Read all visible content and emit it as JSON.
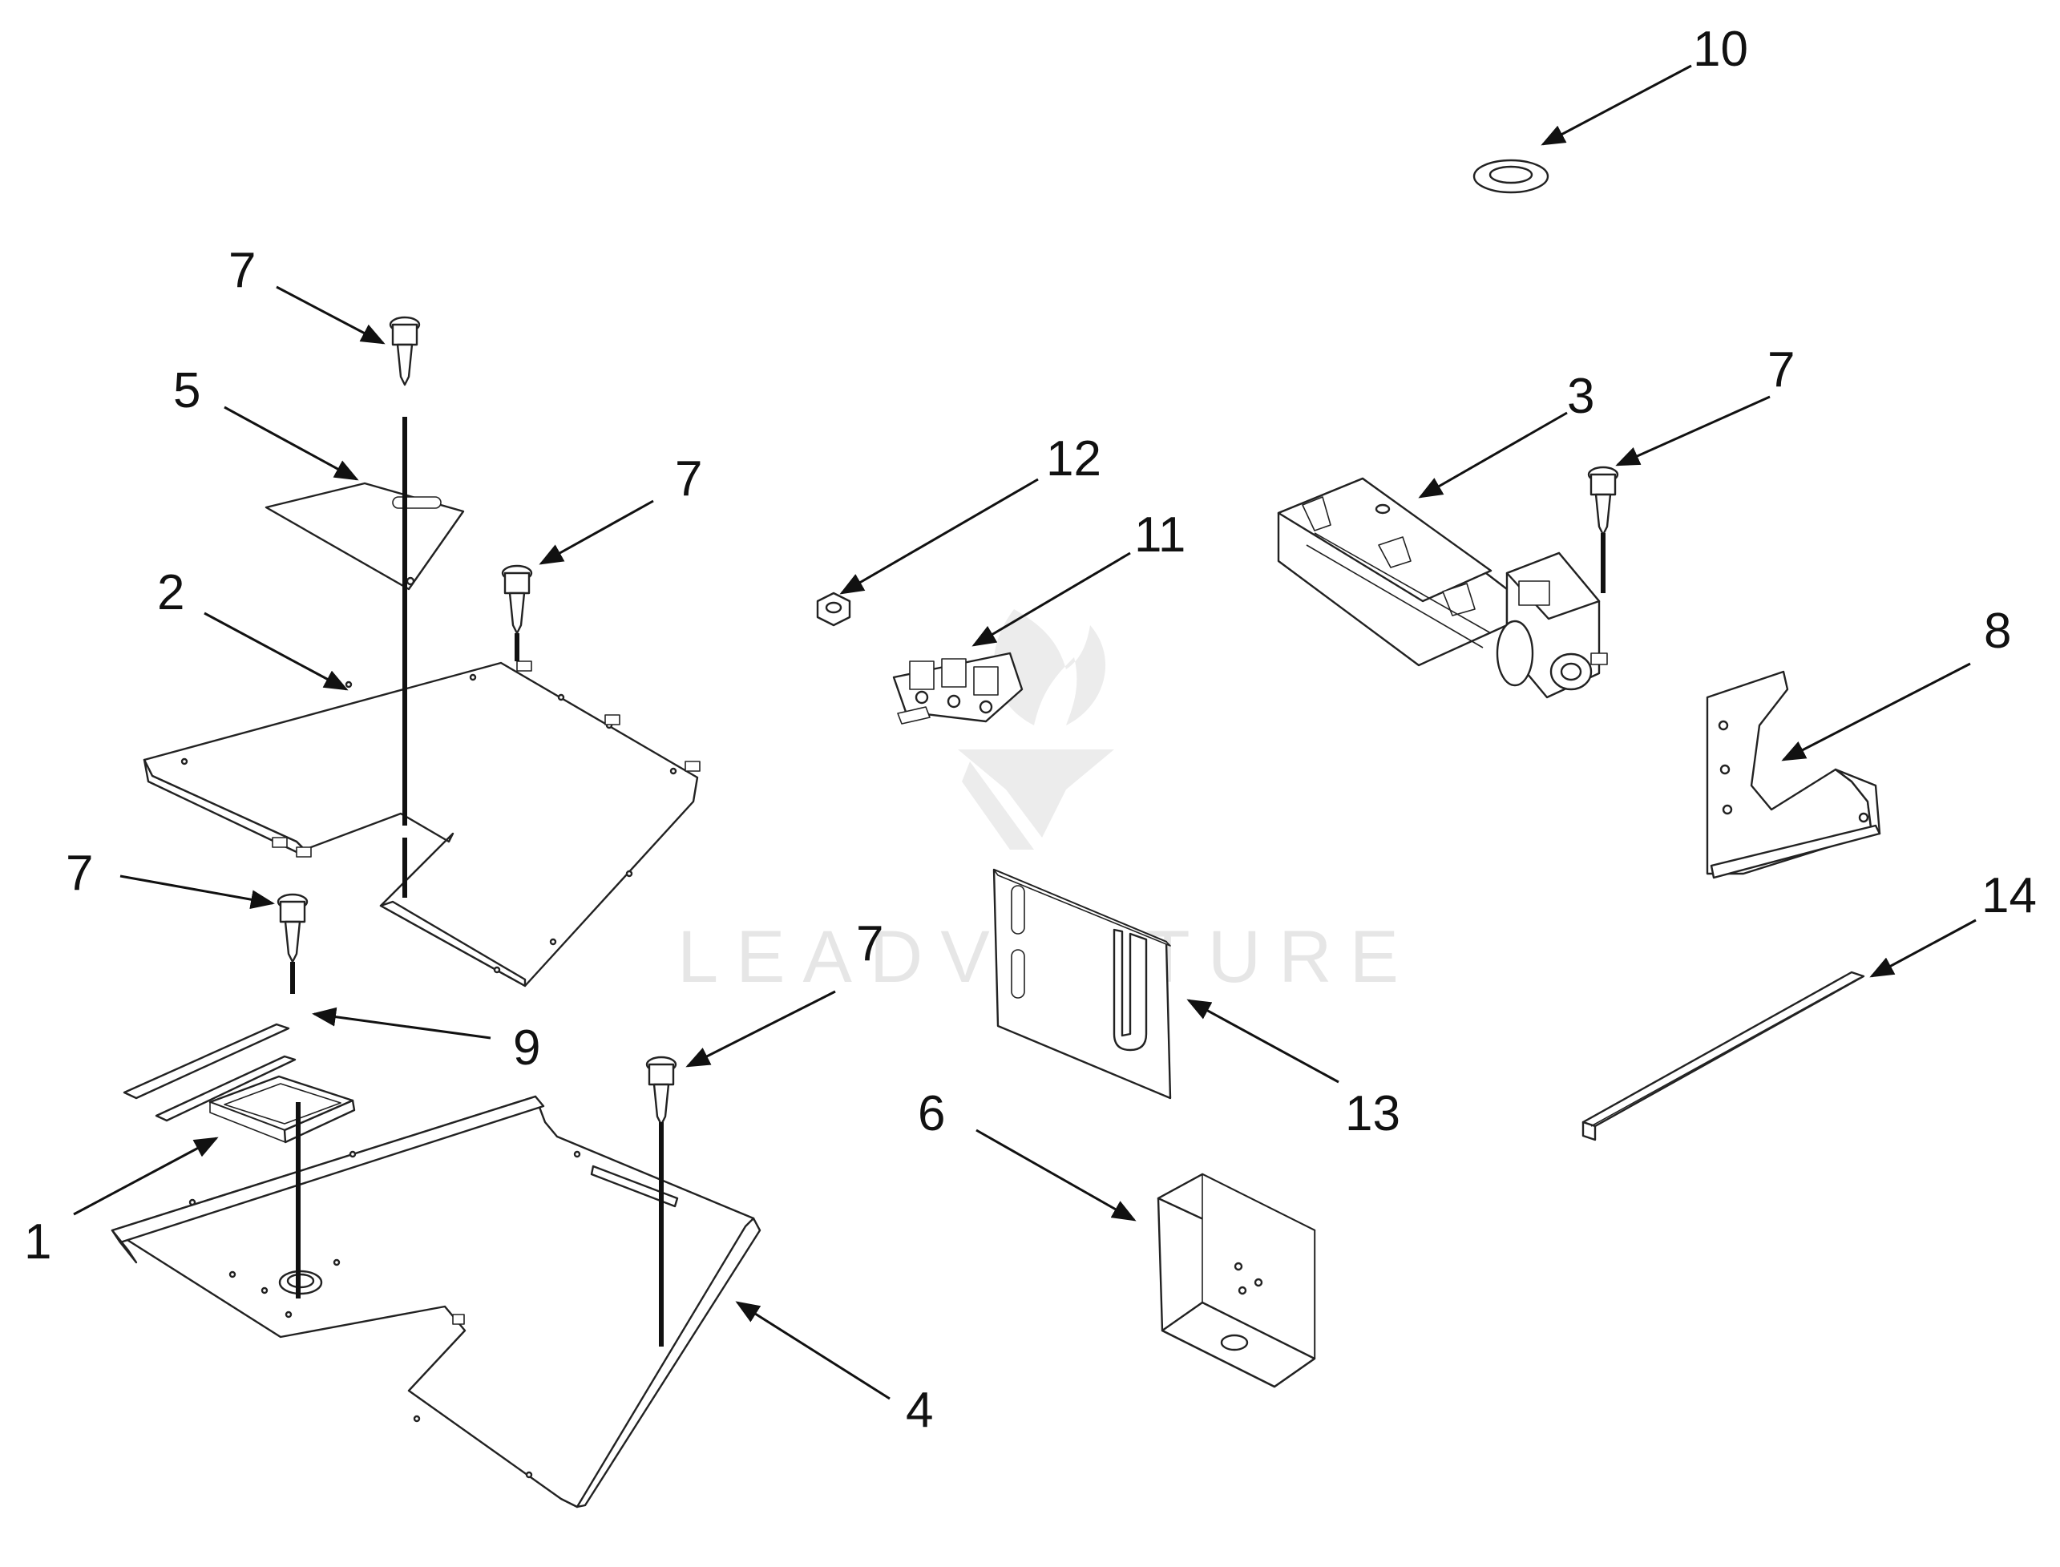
{
  "watermark": {
    "text": "LEADVENTURE"
  },
  "callouts": {
    "c1": "1",
    "c2": "2",
    "c3": "3",
    "c4": "4",
    "c5": "5",
    "c6": "6",
    "c7": "7",
    "c8": "8",
    "c9": "9",
    "c10": "10",
    "c11": "11",
    "c12": "12",
    "c13": "13",
    "c14": "14"
  },
  "colors": {
    "line": "#222222",
    "watermark": "#e6e6e6",
    "background": "#ffffff"
  }
}
